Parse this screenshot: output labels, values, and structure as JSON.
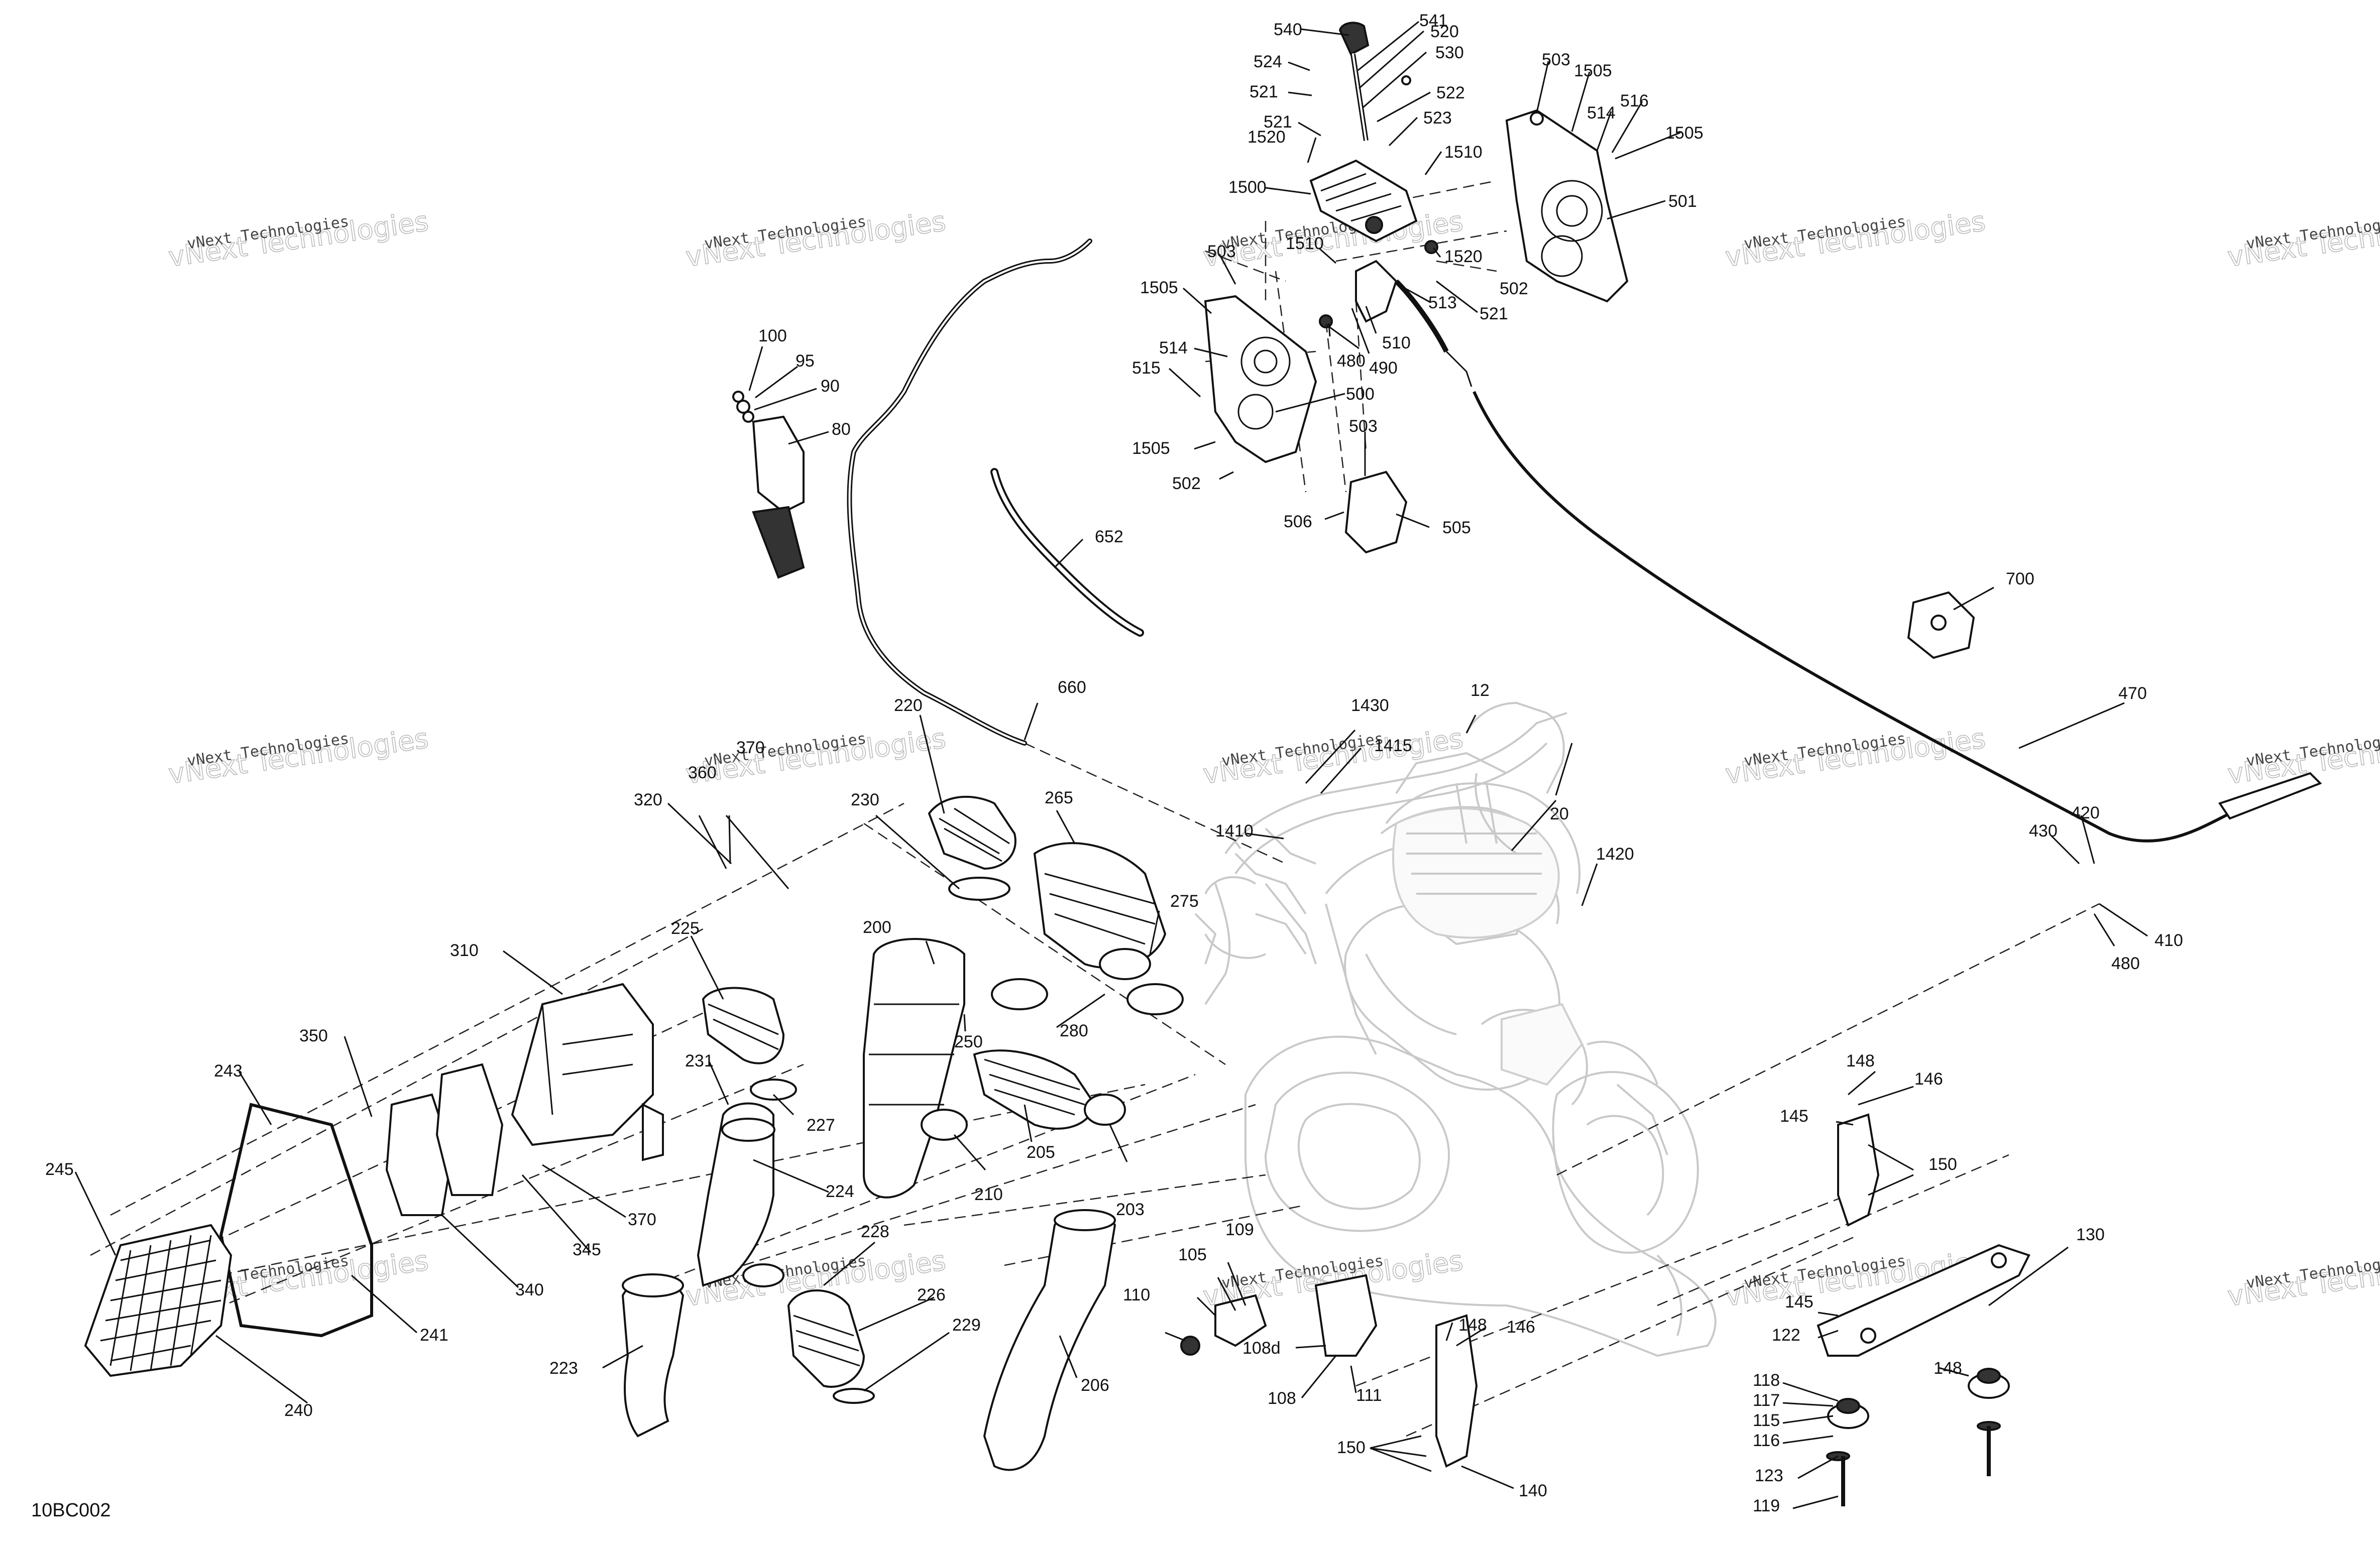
{
  "sheet_id": "10BC002",
  "watermark_text": "vNext Technologies",
  "callouts": [
    "540",
    "541",
    "520",
    "530",
    "524",
    "521",
    "522",
    "521",
    "523",
    "1520",
    "1510",
    "1500",
    "503",
    "1505",
    "514",
    "516",
    "1505",
    "501",
    "502",
    "1510",
    "1520",
    "513",
    "521",
    "503",
    "1505",
    "514",
    "515",
    "480",
    "490",
    "510",
    "1505",
    "500",
    "502",
    "503",
    "506",
    "505",
    "100",
    "95",
    "90",
    "80",
    "652",
    "700",
    "470",
    "12",
    "1430",
    "1415",
    "1410",
    "20",
    "1420",
    "660",
    "220",
    "230",
    "265",
    "275",
    "200",
    "250",
    "280",
    "205",
    "210",
    "203",
    "320",
    "360",
    "370",
    "310",
    "225",
    "231",
    "227",
    "224",
    "350",
    "243",
    "245",
    "370",
    "345",
    "340",
    "241",
    "240",
    "228",
    "226",
    "229",
    "223",
    "206",
    "430",
    "420",
    "410",
    "480",
    "148",
    "146",
    "145",
    "150",
    "130",
    "109",
    "105",
    "110",
    "108d",
    "108",
    "111",
    "148",
    "146",
    "150",
    "140",
    "145",
    "122",
    "118",
    "117",
    "115",
    "116",
    "123",
    "119",
    "148"
  ]
}
